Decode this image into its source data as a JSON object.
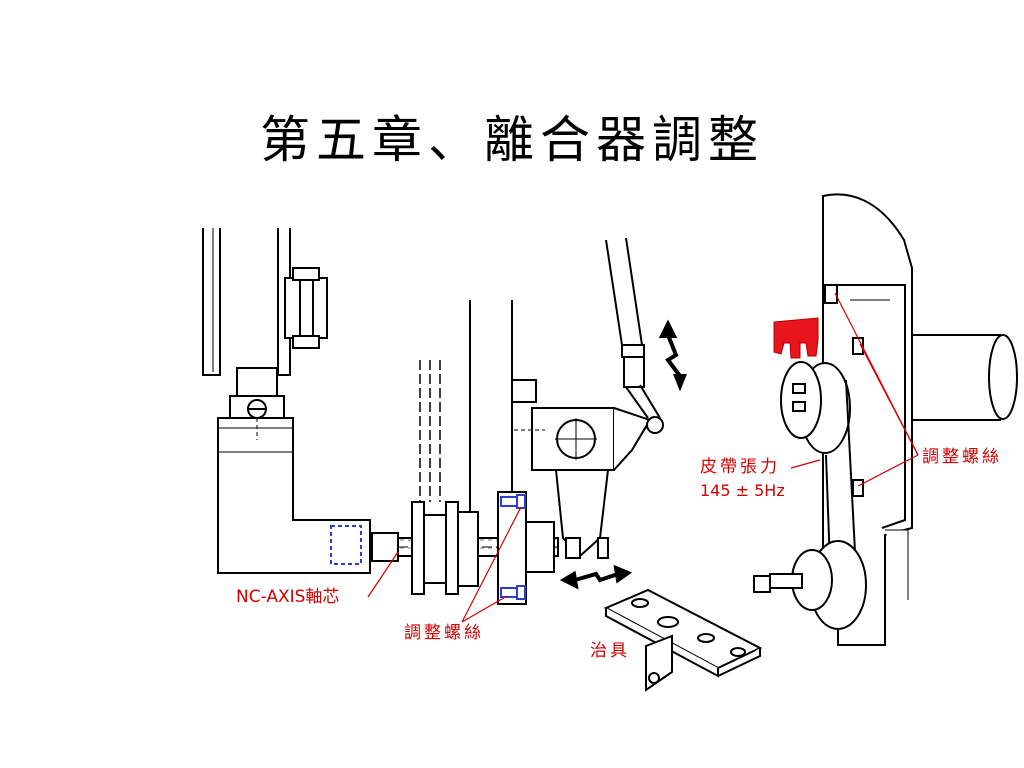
{
  "title": "第五章、離合器調整",
  "labels": {
    "nc_axis": "NC-AXIS軸芯",
    "adjust_screw_left": "調整螺絲",
    "fixture": "治具",
    "belt_tension": "皮帶張力",
    "belt_frequency": "145 ± 5Hz",
    "adjust_screw_right": "調整螺絲"
  },
  "colors": {
    "label": "#d40000",
    "screw": "#2a3fd0",
    "lever": "#e8161c",
    "line": "#000000"
  }
}
